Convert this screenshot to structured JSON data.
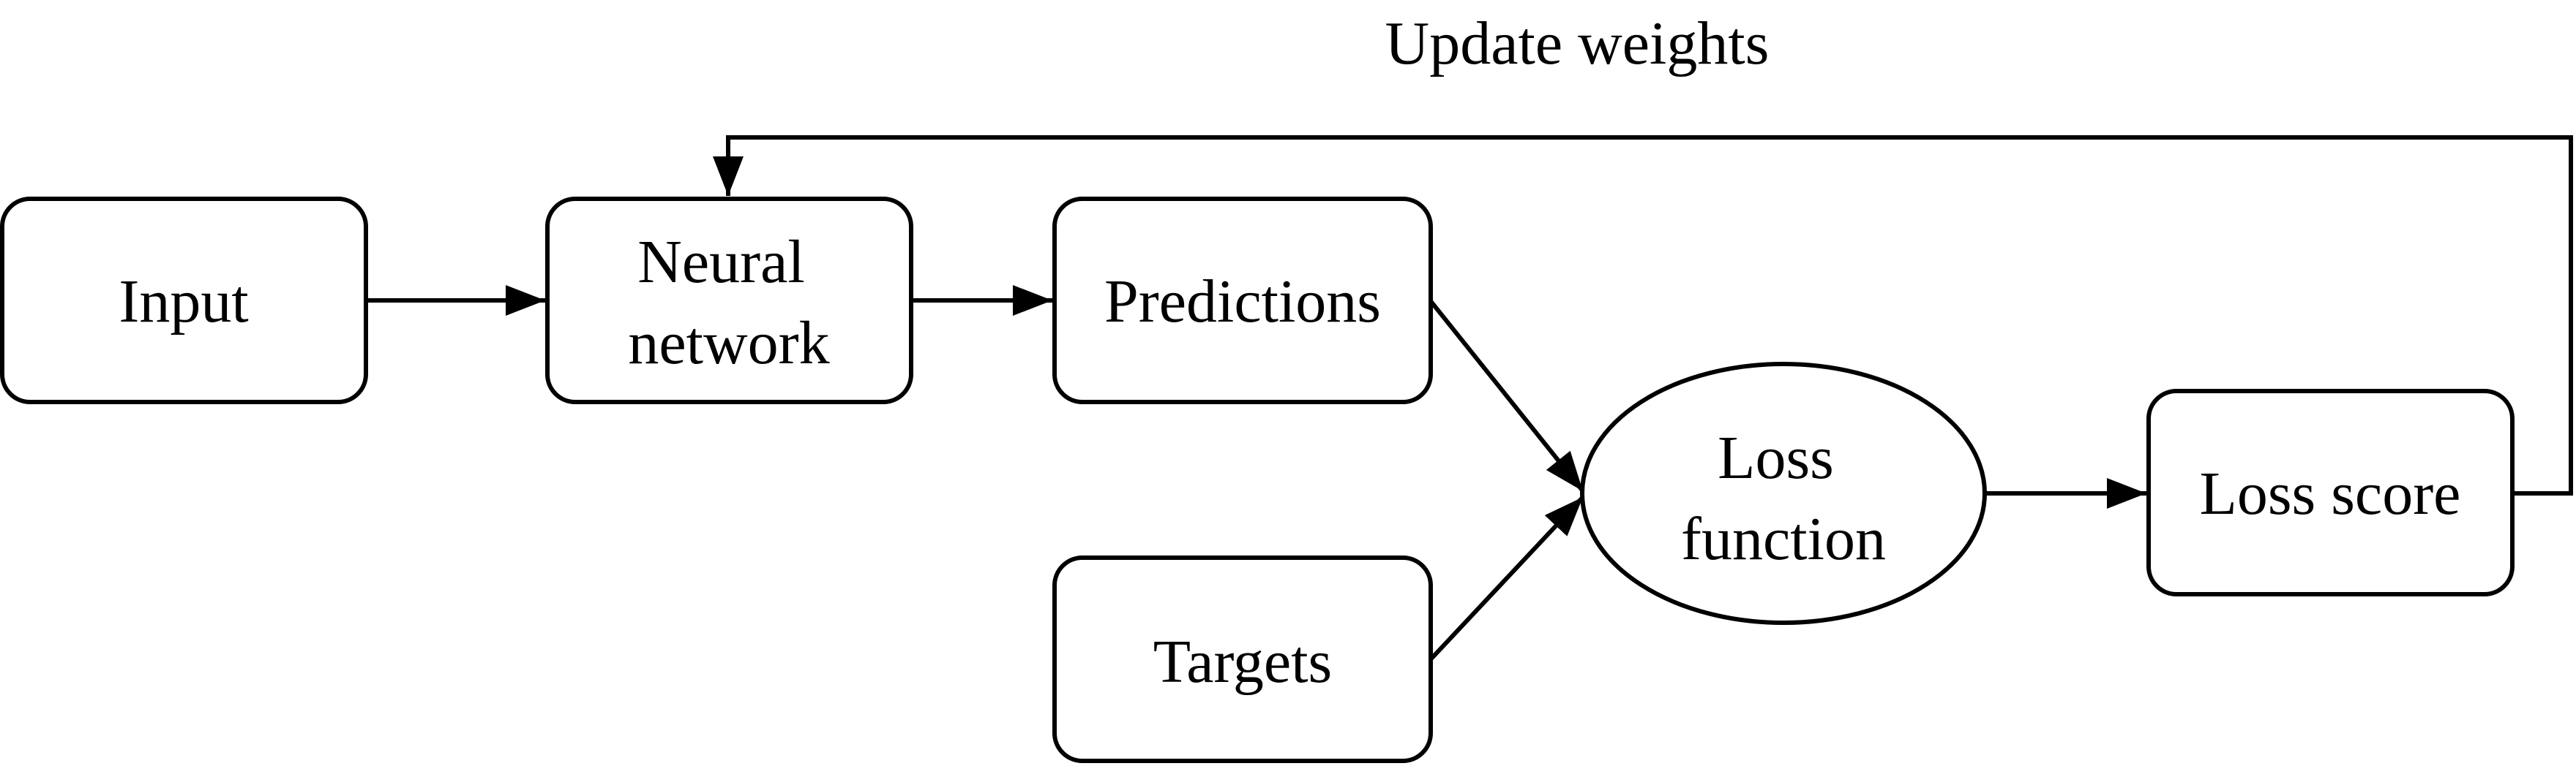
{
  "diagram": {
    "nodes": {
      "input": {
        "lines": [
          "Input"
        ]
      },
      "neural_network": {
        "lines": [
          "Neural",
          "network"
        ]
      },
      "predictions": {
        "lines": [
          "Predictions"
        ]
      },
      "targets": {
        "lines": [
          "Targets"
        ]
      },
      "loss_function": {
        "lines": [
          "Loss",
          "function"
        ]
      },
      "loss_score": {
        "lines": [
          "Loss score"
        ]
      }
    },
    "feedback_label": "Update weights",
    "colors": {
      "stroke": "#000000",
      "background": "#ffffff"
    }
  }
}
